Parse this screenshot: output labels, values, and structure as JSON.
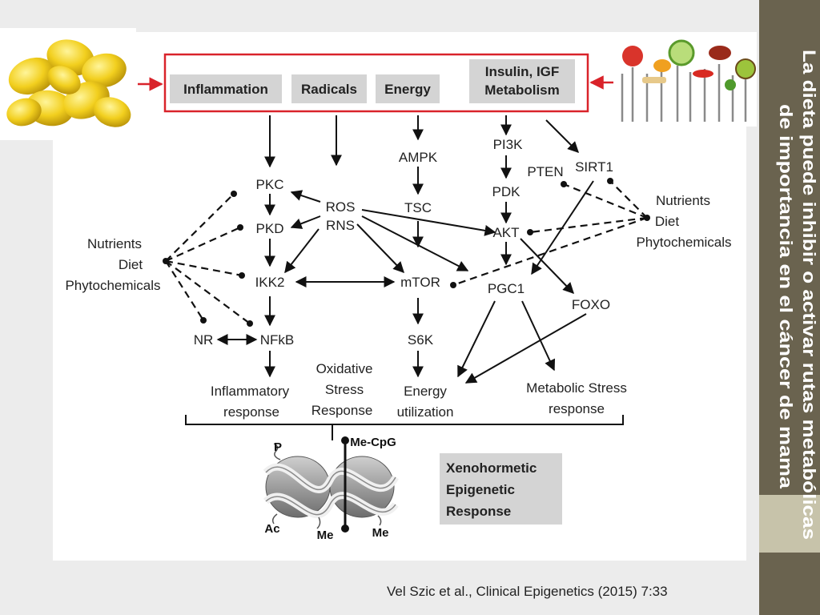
{
  "title": {
    "line1": "La dieta puede inhibir o activar rutas metabólicas",
    "line2": "de importancia en el cáncer de mama"
  },
  "citation": "Vel Szic et al., Clinical Epigenetics (2015) 7:33",
  "colors": {
    "highlight_box": "#d9232a",
    "sidebar": "#6a634f",
    "sidebar_accent": "#c7c3aa",
    "label_box": "#d4d4d4",
    "capsule": "#f2cf1e"
  },
  "icons": {
    "left_image": "yellow-supplement-capsules",
    "right_image": "vegetables-on-forks"
  },
  "diagram": {
    "top_boxes": {
      "inflammation": "Inflammation",
      "radicals": "Radicals",
      "energy": "Energy",
      "insulin_line1": "Insulin, IGF",
      "insulin_line2": "Metabolism"
    },
    "nodes": {
      "pkc": "PKC",
      "pkd": "PKD",
      "ikk2": "IKK2",
      "nr": "NR",
      "nfkb": "NFkB",
      "ros": "ROS",
      "rns": "RNS",
      "ampk": "AMPK",
      "tsc": "TSC",
      "mtor": "mTOR",
      "s6k": "S6K",
      "pi3k": "PI3K",
      "pdk": "PDK",
      "akt": "AKT",
      "pgc1": "PGC1",
      "pten": "PTEN",
      "sirt1": "SIRT1",
      "foxo": "FOXO"
    },
    "nutrients_left": [
      "Nutrients",
      "Diet",
      "Phytochemicals"
    ],
    "nutrients_right": [
      "Nutrients",
      "Diet",
      "Phytochemicals"
    ],
    "responses": {
      "inflammatory": [
        "Inflammatory",
        "response"
      ],
      "oxidative": [
        "Oxidative",
        "Stress",
        "Response"
      ],
      "energy": [
        "Energy",
        "utilization"
      ],
      "metabolic": [
        "Metabolic Stress",
        "response"
      ]
    },
    "xeno": [
      "Xenohormetic",
      "Epigenetic",
      "Response"
    ],
    "epigenetic_marks": {
      "p": "P",
      "ac": "Ac",
      "me1": "Me",
      "me2": "Me",
      "mecpg": "Me-CpG"
    }
  }
}
